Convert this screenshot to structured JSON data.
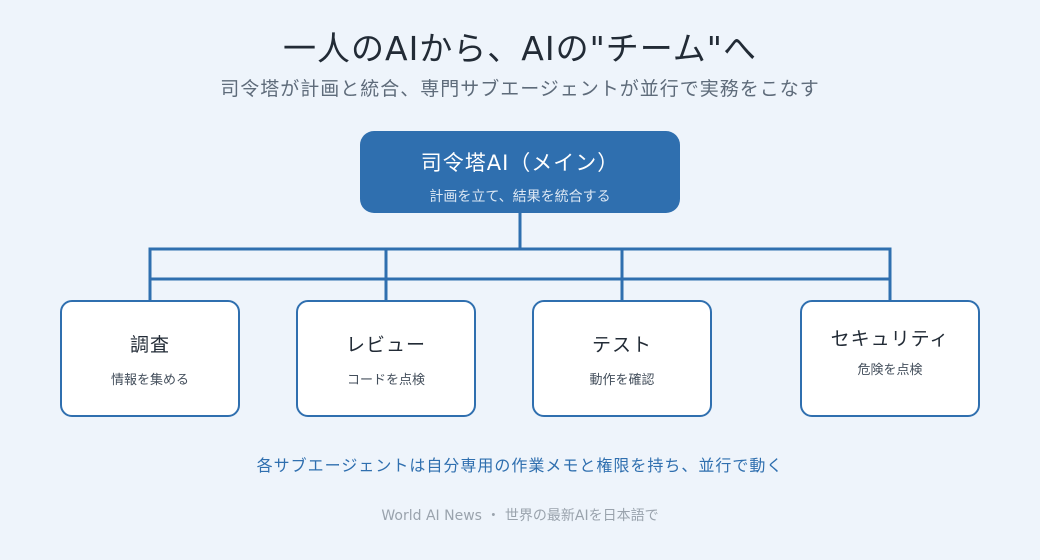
{
  "title": "一人のAIから、AIの\"チーム\"へ",
  "subtitle": "司令塔が計画と統合、専門サブエージェントが並行で実務をこなす",
  "main_agent": {
    "name": "司令塔AI（メイン）",
    "description": "計画を立て、結果を統合する"
  },
  "sub_agents": [
    {
      "name": "調査",
      "description": "情報を集める"
    },
    {
      "name": "レビュー",
      "description": "コードを点検"
    },
    {
      "name": "テスト",
      "description": "動作を確認"
    },
    {
      "name": "セキュリティ",
      "description": "危険を点検"
    }
  ],
  "note": "各サブエージェントは自分専用の作業メモと権限を持ち、並行で動く",
  "footer": "World AI News ・ 世界の最新AIを日本語で",
  "colors": {
    "accent": "#2f6faf",
    "background": "#eef4fb",
    "text": "#222b36"
  }
}
